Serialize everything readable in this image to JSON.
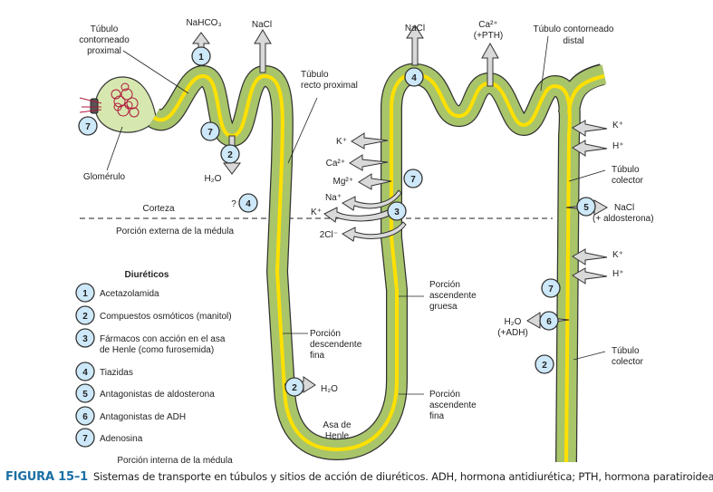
{
  "labels": {
    "tubulo_contorneado_proximal": [
      "Túbulo",
      "contorneado",
      "proximal"
    ],
    "glomerulo": "Glomérulo",
    "nahco3": "NaHCO₃",
    "nacl_1": "NaCl",
    "h2o_1": "H₂O",
    "tubulo_recto_proximal": [
      "Túbulo",
      "recto proximal"
    ],
    "question_mark": "?",
    "corteza": "Corteza",
    "porcion_externa": "Porción externa de la médula",
    "porcion_interna": "Porción interna de la médula",
    "nacl_2": "NaCl",
    "ca_pth": [
      "Ca²⁺",
      "(+PTH)"
    ],
    "tubulo_contorneado_distal": [
      "Túbulo contorneado",
      "distal"
    ],
    "k_1": "K⁺",
    "ca2": "Ca²⁺",
    "mg2": "Mg²⁺",
    "na": "Na⁺",
    "k_2": "K⁺",
    "cl2": "2Cl⁻",
    "k_3": "K⁺",
    "h_1": "H⁺",
    "tubulo_colector_1": [
      "Túbulo",
      "colector"
    ],
    "nacl_aldo": [
      "NaCl",
      "(+ aldosterona)"
    ],
    "k_4": "K⁺",
    "h_2": "H⁺",
    "h2o_adh": [
      "H₂O",
      "(+ADH)"
    ],
    "tubulo_colector_2": [
      "Túbulo",
      "colector"
    ],
    "porcion_ascendente_gruesa": [
      "Porción",
      "ascendente",
      "gruesa"
    ],
    "porcion_descendente_fina": [
      "Porción",
      "descendente",
      "fina"
    ],
    "h2o_2": "H₂O",
    "porcion_ascendente_fina": [
      "Porción",
      "ascendente",
      "fina"
    ],
    "asa_de_henle": [
      "Asa de",
      "Henle"
    ]
  },
  "markers": {
    "m1": "1",
    "m2": "2",
    "m3": "3",
    "m4": "4",
    "m5": "5",
    "m6": "6",
    "m7": "7"
  },
  "legend": {
    "title": "Diuréticos",
    "items": [
      {
        "num": "1",
        "lines": [
          "Acetazolamida"
        ]
      },
      {
        "num": "2",
        "lines": [
          "Compuestos osmóticos (manitol)"
        ]
      },
      {
        "num": "3",
        "lines": [
          "Fármacos con acción en el asa",
          "de Henle (como furosemida)"
        ]
      },
      {
        "num": "4",
        "lines": [
          "Tiazidas"
        ]
      },
      {
        "num": "5",
        "lines": [
          "Antagonistas de aldosterona"
        ]
      },
      {
        "num": "6",
        "lines": [
          "Antagonistas de ADH"
        ]
      },
      {
        "num": "7",
        "lines": [
          "Adenosina"
        ]
      }
    ]
  },
  "caption": {
    "figure": "FIGURA 15–1",
    "text": "Sistemas de transporte en túbulos y sitios de acción de diuréticos. ADH, hormona antidiurética; PTH, hormona paratiroidea."
  },
  "colors": {
    "tubule": "#a9c56a",
    "lumen": "#ffe000",
    "marker": "#cde8f8",
    "arrow": "#d9d9d9",
    "capsule": "#d6e8b0",
    "glomerulus": "#b0183c",
    "caption": "#1a6fa3"
  }
}
